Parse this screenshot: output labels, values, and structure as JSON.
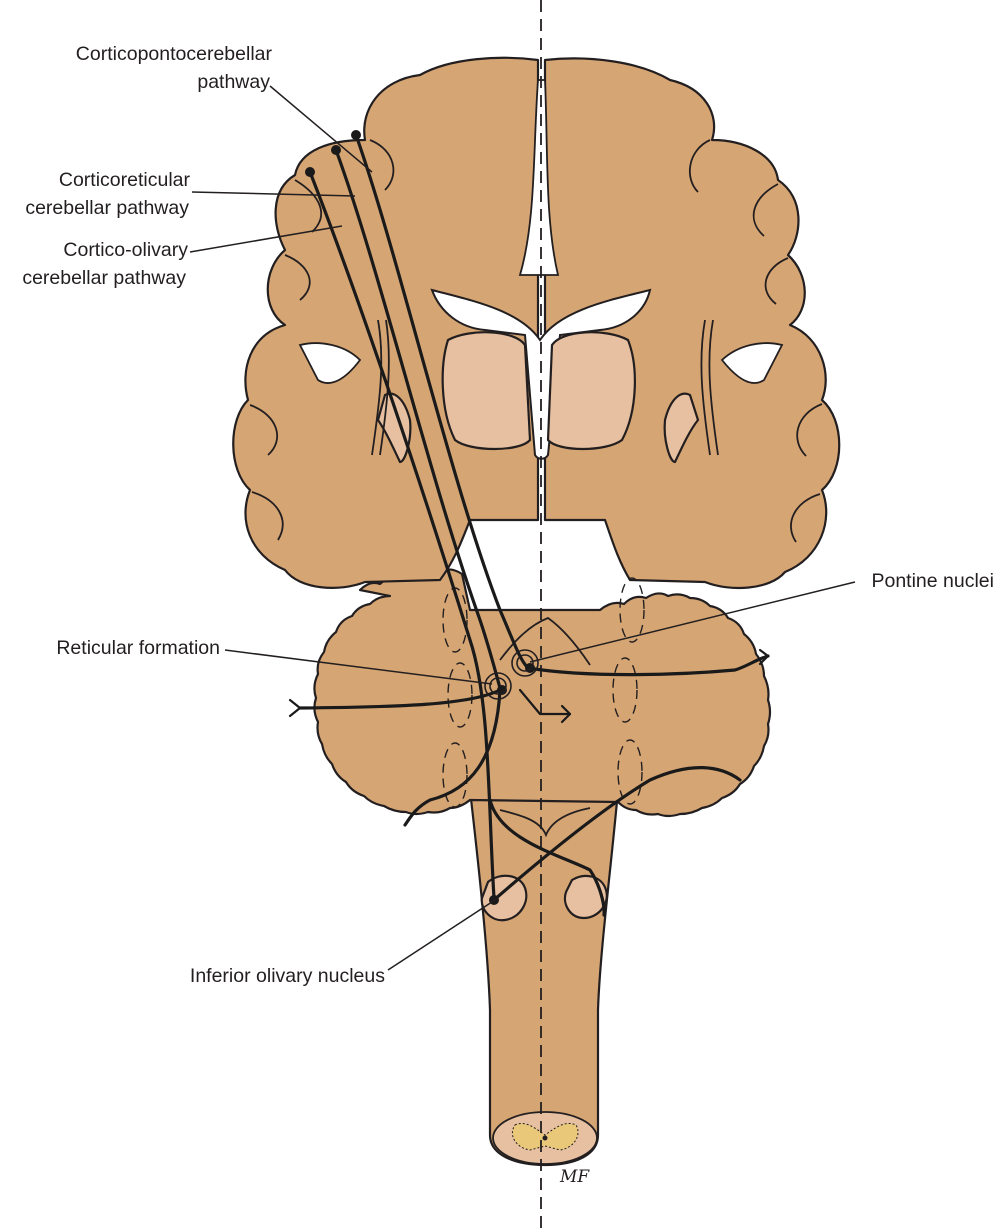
{
  "colors": {
    "tissue": "#d6a574",
    "nucleus": "#e6c0a0",
    "ventricle": "#ffffff",
    "gray_matter": "#e9c87a",
    "outline": "#231f20",
    "pathway": "#1a1a1a"
  },
  "labels": {
    "corticopontocerebellar": [
      "Corticopontocerebellar",
      "pathway"
    ],
    "corticoreticular": [
      "Corticoreticular",
      "cerebellar pathway"
    ],
    "corticoolivary": [
      "Cortico-olivary",
      "cerebellar pathway"
    ],
    "pontine_nuclei": "Pontine nuclei",
    "reticular_formation": "Reticular formation",
    "inferior_olivary_nucleus": "Inferior olivary nucleus"
  },
  "signature": "MF"
}
